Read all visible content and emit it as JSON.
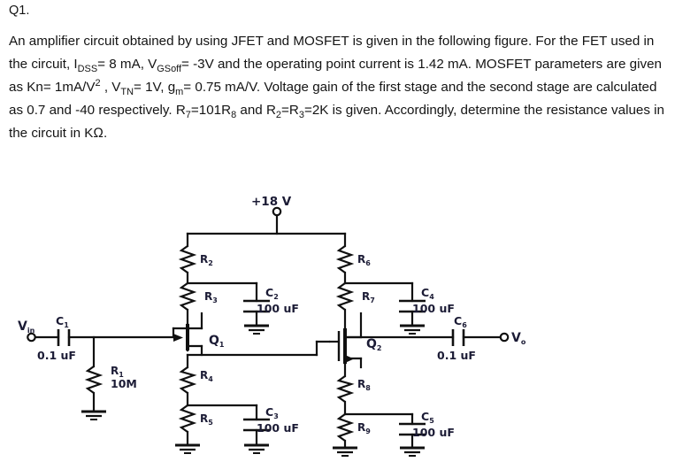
{
  "question": {
    "number": "Q1.",
    "paragraph_html": "An amplifier circuit obtained by using JFET and MOSFET is given in the following figure. For the FET used in the circuit, I<sub>DSS</sub>= 8 mA, V<sub>GSoff</sub>=  -3V and the operating point current is 1.42 mA. MOSFET parameters are given as Kn= 1mA/V<sup>2</sup> , V<sub>TN</sub>= 1V, g<sub>m</sub>= 0.75 mA/V. Voltage gain of the first stage and the second stage are calculated as 0.7 and -40 respectively. R<sub>7</sub>=101R<sub>8</sub> and R<sub>2</sub>=R<sub>3</sub>=2K is given. Accordingly, determine the resistance values in the circuit in K&#8486;."
  },
  "circuit": {
    "supply": {
      "label": "+18 V"
    },
    "input_port": {
      "label": "V",
      "sub": "in"
    },
    "output_port": {
      "label": "V",
      "sub": "o"
    },
    "transistors": [
      {
        "id": "Q1",
        "label": "Q",
        "sub": "1",
        "type": "jfet"
      },
      {
        "id": "Q2",
        "label": "Q",
        "sub": "2",
        "type": "mosfet"
      }
    ],
    "resistors": [
      {
        "id": "R1",
        "label": "R",
        "sub": "1",
        "value": "10M"
      },
      {
        "id": "R2",
        "label": "R",
        "sub": "2",
        "value": ""
      },
      {
        "id": "R3",
        "label": "R",
        "sub": "3",
        "value": ""
      },
      {
        "id": "R4",
        "label": "R",
        "sub": "4",
        "value": ""
      },
      {
        "id": "R5",
        "label": "R",
        "sub": "5",
        "value": ""
      },
      {
        "id": "R6",
        "label": "R",
        "sub": "6",
        "value": ""
      },
      {
        "id": "R7",
        "label": "R",
        "sub": "7",
        "value": ""
      },
      {
        "id": "R8",
        "label": "R",
        "sub": "8",
        "value": ""
      },
      {
        "id": "R9",
        "label": "R",
        "sub": "9",
        "value": ""
      }
    ],
    "capacitors": [
      {
        "id": "C1",
        "label": "C",
        "sub": "1",
        "value": "0.1 uF"
      },
      {
        "id": "C2",
        "label": "C",
        "sub": "2",
        "value": "100 uF"
      },
      {
        "id": "C3",
        "label": "C",
        "sub": "3",
        "value": "100 uF"
      },
      {
        "id": "C4",
        "label": "C",
        "sub": "4",
        "value": "100 uF"
      },
      {
        "id": "C5",
        "label": "C",
        "sub": "5",
        "value": "100 uF"
      },
      {
        "id": "C6",
        "label": "C",
        "sub": "6",
        "value": "0.1 uF"
      }
    ],
    "colors": {
      "wire": "#101010",
      "label": "#1b1b35",
      "background": "#ffffff"
    }
  }
}
